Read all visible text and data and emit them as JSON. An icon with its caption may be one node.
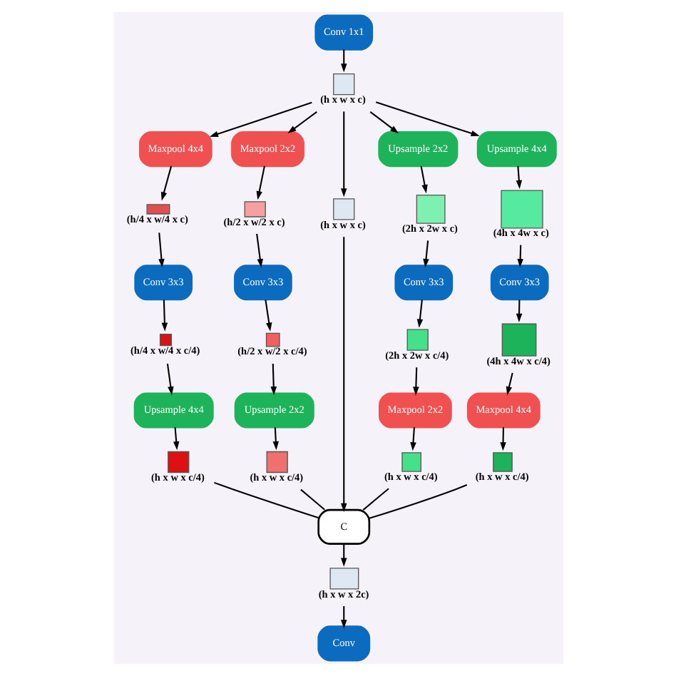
{
  "diagram": {
    "nodes": [
      {
        "text": [
          "Conv 1x1"
        ]
      },
      {
        "text": [],
        "shape": "box",
        "beside": [
          "(h x w x c)"
        ]
      },
      {
        "text": [
          "Maxpool 4x4"
        ]
      },
      {
        "text": [],
        "shape": "box",
        "beside": [
          "(h/4 x w/4 x c)"
        ]
      },
      {
        "text": [
          "Conv 3x3"
        ]
      },
      {
        "text": [],
        "shape": "box",
        "beside": [
          "(h/4 x w/4 x c/4)"
        ]
      },
      {
        "text": [
          "Upsample 4x4"
        ]
      },
      {
        "text": [],
        "shape": "box",
        "beside": [
          "(h x w x c/4)"
        ]
      },
      {
        "text": [
          "Maxpool 2x2"
        ]
      },
      {
        "text": [],
        "shape": "box",
        "beside": [
          "(h/2 x w/2 x c)"
        ]
      },
      {
        "text": [
          "Conv 3x3"
        ]
      },
      {
        "text": [],
        "shape": "box",
        "beside": [
          "(h/2 x w/2 x c/4)"
        ]
      },
      {
        "text": [
          "Upsample 2x2"
        ]
      },
      {
        "text": [],
        "shape": "box",
        "beside": [
          "(h x w x c/4)"
        ]
      },
      {
        "text": [],
        "shape": "box",
        "beside": [
          "(h x w x c)"
        ]
      },
      {
        "text": [
          "Upsample 2x2"
        ]
      },
      {
        "text": [],
        "shape": "box",
        "beside": [
          "(2h x 2w x c)"
        ]
      },
      {
        "text": [
          "Conv 3x3"
        ]
      },
      {
        "text": [],
        "shape": "box",
        "beside": [
          "(2h x 2w x c/4)"
        ]
      },
      {
        "text": [
          "Maxpool 2x2"
        ]
      },
      {
        "text": [],
        "shape": "box",
        "beside": [
          "(h x w x c/4)"
        ]
      },
      {
        "text": [
          "Upsample 4x4"
        ]
      },
      {
        "text": [],
        "shape": "box",
        "beside": [
          "(4h x 4w x c)"
        ]
      },
      {
        "text": [
          "Conv 3x3"
        ]
      },
      {
        "text": [],
        "shape": "box",
        "beside": [
          "(4h x 4w x c/4)"
        ]
      },
      {
        "text": [
          "Maxpool 4x4"
        ]
      },
      {
        "text": [],
        "shape": "box",
        "beside": [
          "(h x w x c/4)"
        ]
      },
      {
        "text": [
          "C"
        ]
      },
      {
        "text": [],
        "shape": "box",
        "beside": [
          "(h x w x 2c)"
        ]
      },
      {
        "text": [
          "Conv"
        ]
      }
    ],
    "edges": [
      {
        "from": 0,
        "to": 1,
        "arrow": "to"
      },
      {
        "from": 1,
        "to": 2,
        "arrow": "to"
      },
      {
        "from": 1,
        "to": 8,
        "arrow": "to"
      },
      {
        "from": 1,
        "to": 14,
        "arrow": "to"
      },
      {
        "from": 1,
        "to": 15,
        "arrow": "to"
      },
      {
        "from": 1,
        "to": 21,
        "arrow": "to"
      },
      {
        "from": 2,
        "to": 3,
        "arrow": "to"
      },
      {
        "from": 3,
        "to": 4,
        "arrow": "to"
      },
      {
        "from": 4,
        "to": 5,
        "arrow": "to"
      },
      {
        "from": 5,
        "to": 6,
        "arrow": "to"
      },
      {
        "from": 6,
        "to": 7,
        "arrow": "to"
      },
      {
        "from": 8,
        "to": 9,
        "arrow": "to"
      },
      {
        "from": 9,
        "to": 10,
        "arrow": "to"
      },
      {
        "from": 10,
        "to": 11,
        "arrow": "to"
      },
      {
        "from": 11,
        "to": 12,
        "arrow": "to"
      },
      {
        "from": 12,
        "to": 13,
        "arrow": "to"
      },
      {
        "from": 15,
        "to": 16,
        "arrow": "to"
      },
      {
        "from": 16,
        "to": 17,
        "arrow": "to"
      },
      {
        "from": 17,
        "to": 18,
        "arrow": "to"
      },
      {
        "from": 18,
        "to": 19,
        "arrow": "to"
      },
      {
        "from": 19,
        "to": 20,
        "arrow": "to"
      },
      {
        "from": 21,
        "to": 22,
        "arrow": "to"
      },
      {
        "from": 22,
        "to": 23,
        "arrow": "to"
      },
      {
        "from": 23,
        "to": 24,
        "arrow": "to"
      },
      {
        "from": 24,
        "to": 25,
        "arrow": "to"
      },
      {
        "from": 25,
        "to": 26,
        "arrow": "to"
      },
      {
        "from": 7,
        "to": 27,
        "arrow": "none"
      },
      {
        "from": 13,
        "to": 27,
        "arrow": "none"
      },
      {
        "from": 14,
        "to": 27,
        "arrow": "to"
      },
      {
        "from": 20,
        "to": 27,
        "arrow": "none"
      },
      {
        "from": 26,
        "to": 27,
        "arrow": "none"
      },
      {
        "from": 27,
        "to": 28,
        "arrow": "to"
      },
      {
        "from": 28,
        "to": 29,
        "arrow": "to"
      }
    ]
  }
}
